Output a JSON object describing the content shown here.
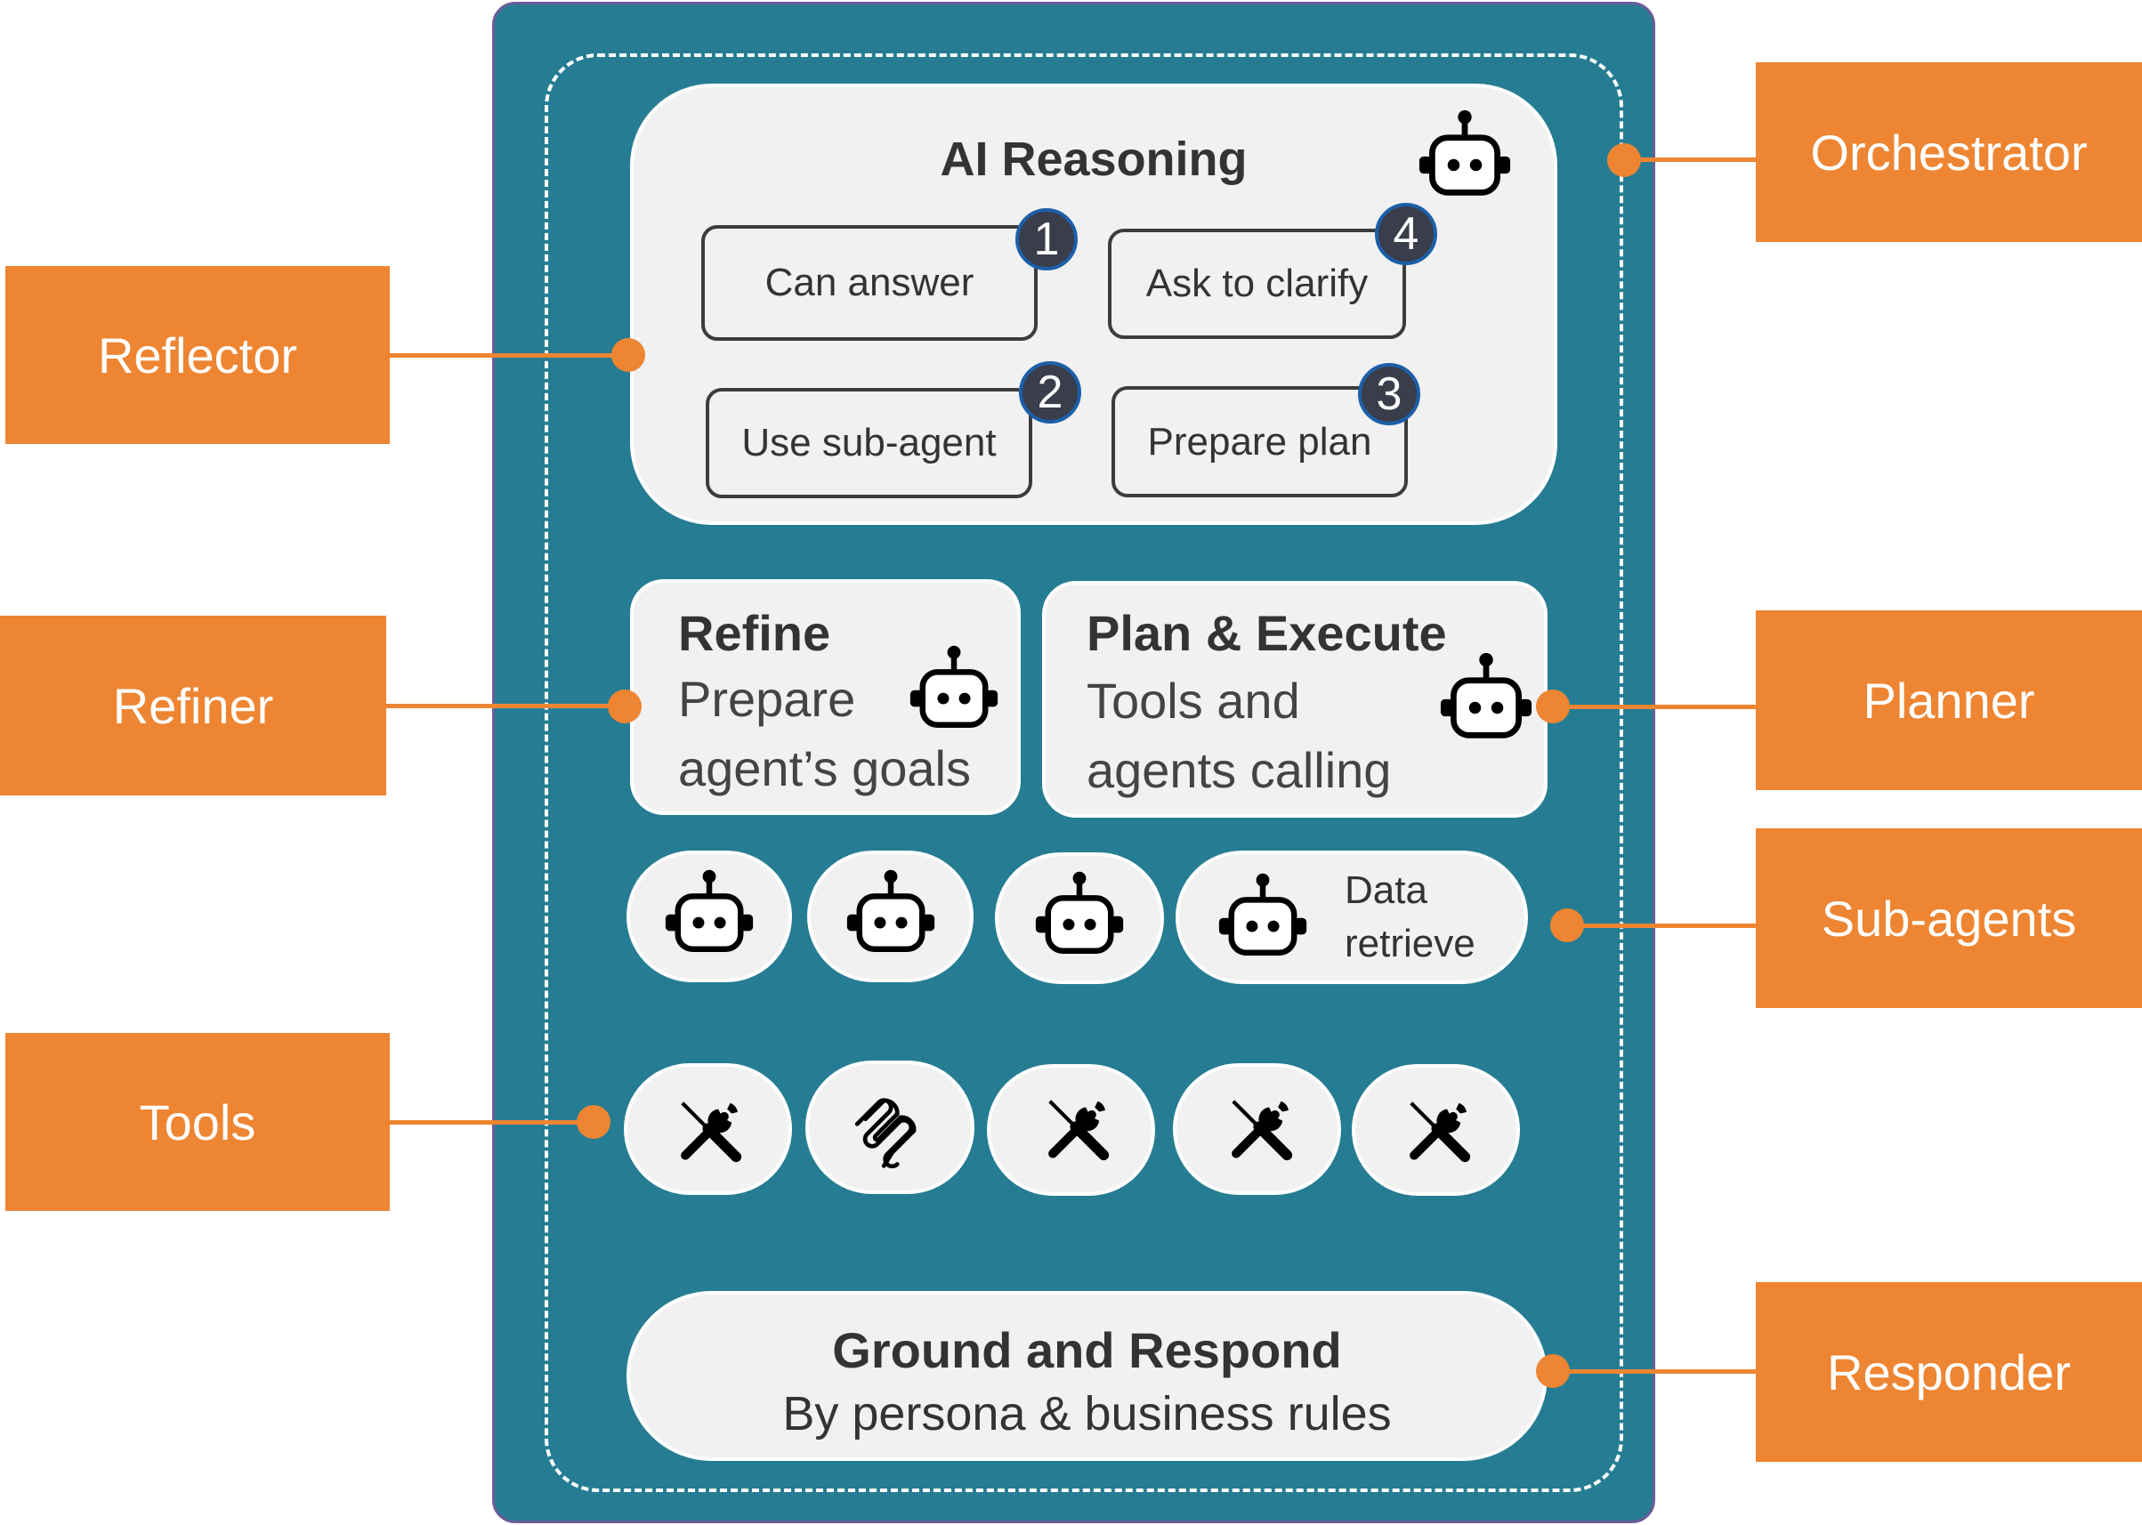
{
  "reasoning": {
    "title": "AI Reasoning",
    "options": [
      {
        "number": "1",
        "label": "Can answer"
      },
      {
        "number": "2",
        "label": "Use sub-agent"
      },
      {
        "number": "3",
        "label": "Prepare plan"
      },
      {
        "number": "4",
        "label": "Ask to clarify"
      }
    ]
  },
  "refine": {
    "title": "Refine",
    "line1": "Prepare",
    "line2": "agent’s goals"
  },
  "plan": {
    "title": "Plan & Execute",
    "line1": "Tools and",
    "line2": "agents calling"
  },
  "sub_agents": {
    "data_label_line1": "Data",
    "data_label_line2": "retrieve"
  },
  "respond": {
    "title": "Ground and Respond",
    "text": "By persona & business rules"
  },
  "labels": {
    "orchestrator": "Orchestrator",
    "reflector": "Reflector",
    "refiner": "Refiner",
    "planner": "Planner",
    "sub_agents": "Sub-agents",
    "tools": "Tools",
    "responder": "Responder"
  },
  "colors": {
    "teal": "#267d93",
    "orange": "#ee8532",
    "panel": "#f1f1f1",
    "badge": "#3a3d4a"
  },
  "icons": [
    "robot-icon",
    "wrench-screwdriver-icon",
    "coil-icon"
  ]
}
